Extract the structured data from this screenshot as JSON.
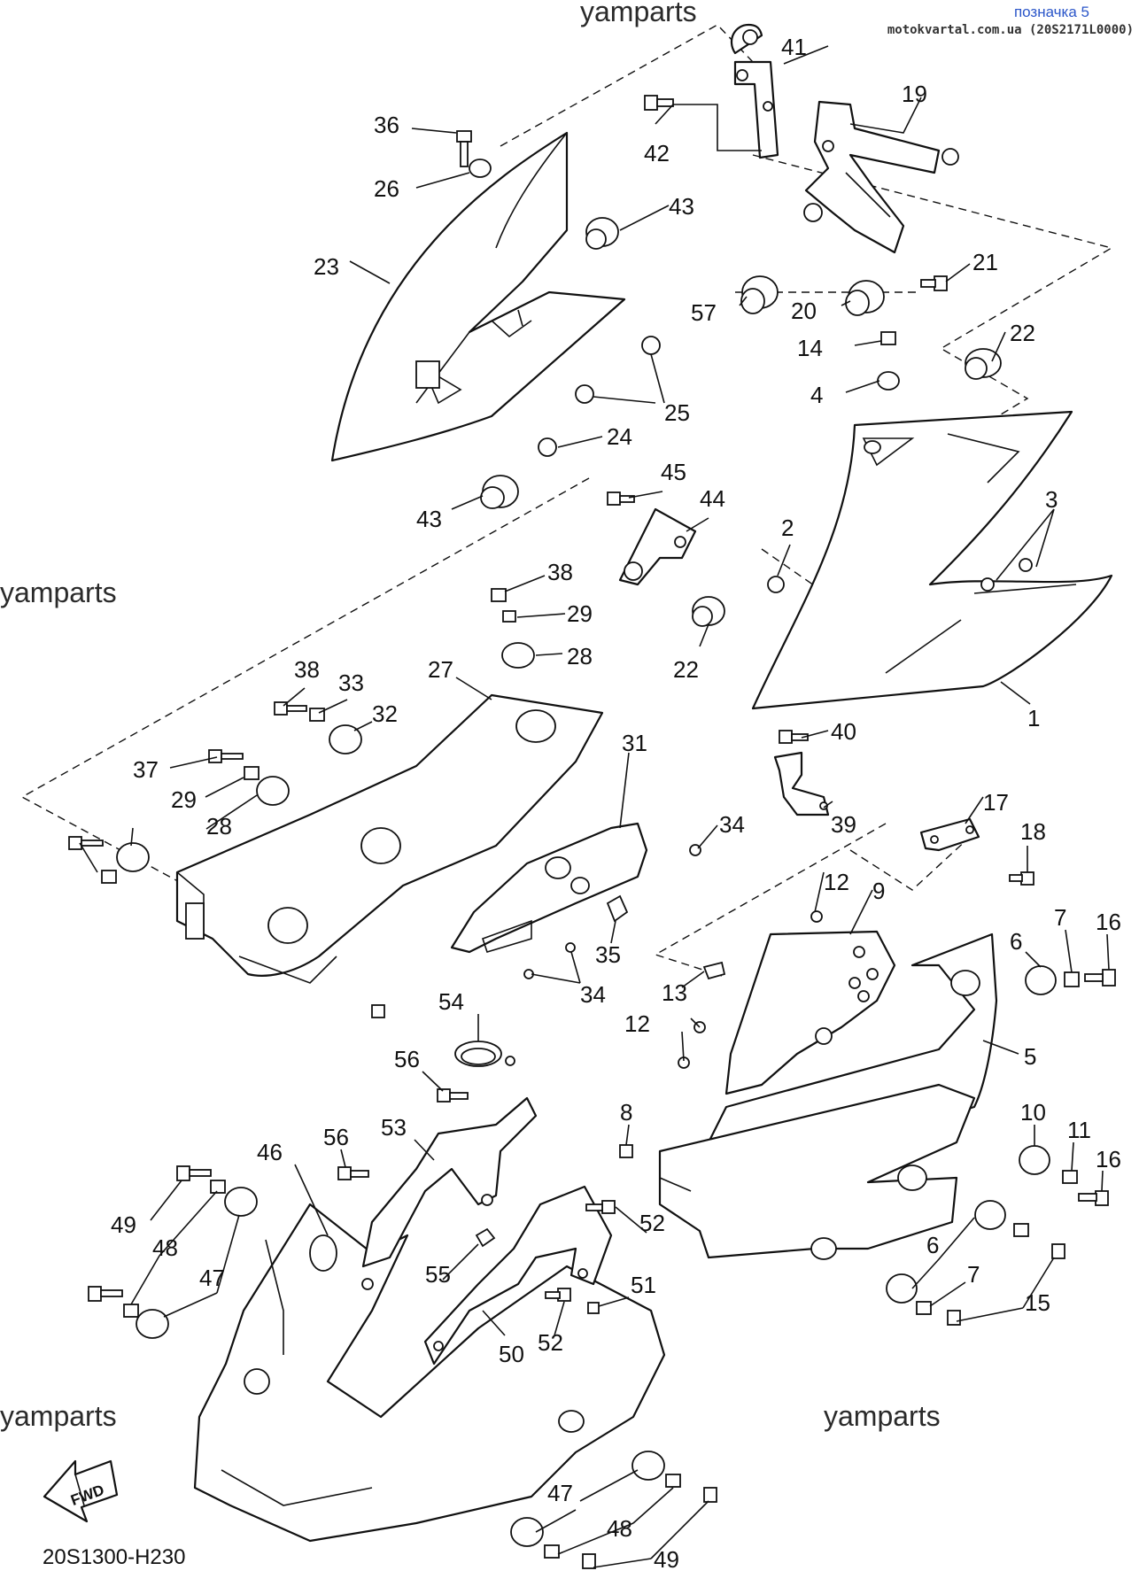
{
  "header": {
    "marker_label": "позначка 5",
    "source_label": "motokvartal.com.ua (20S2171L0000)"
  },
  "watermarks": [
    "yamparts",
    "yamparts",
    "yamparts",
    "yamparts",
    "yamparts"
  ],
  "drawing_code": "20S1300-H230",
  "fwd_label": "FWD",
  "callouts": [
    "41",
    "19",
    "36",
    "42",
    "26",
    "43",
    "23",
    "21",
    "57",
    "20",
    "14",
    "22",
    "4",
    "25",
    "24",
    "45",
    "44",
    "43",
    "3",
    "2",
    "38",
    "29",
    "28",
    "22",
    "27",
    "38",
    "33",
    "32",
    "1",
    "40",
    "31",
    "37",
    "29",
    "28",
    "34",
    "39",
    "17",
    "18",
    "12",
    "9",
    "35",
    "34",
    "6",
    "7",
    "16",
    "13",
    "54",
    "12",
    "5",
    "56",
    "8",
    "10",
    "11",
    "16",
    "56",
    "53",
    "46",
    "49",
    "52",
    "48",
    "6",
    "15",
    "47",
    "55",
    "51",
    "7",
    "50",
    "52",
    "47",
    "48",
    "49"
  ]
}
